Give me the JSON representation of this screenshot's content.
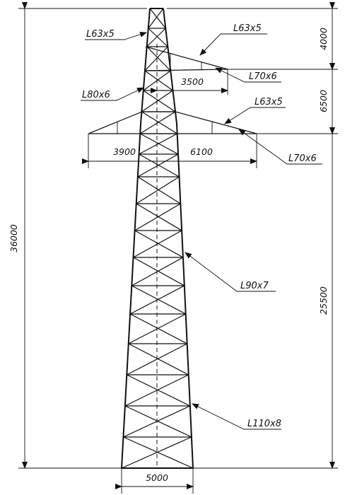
{
  "dimensions": {
    "total_height": "36000",
    "top_segment": "4000",
    "middle_segment": "6500",
    "bottom_segment": "25500",
    "upper_arm": "3500",
    "lower_arm_left": "3900",
    "lower_arm_right": "6100",
    "base_width": "5000"
  },
  "members": {
    "peak": "L63x5",
    "upper_arm_top": "L63x5",
    "upper_arm_bottom": "L70x6",
    "upper_body": "L80x6",
    "lower_arm_top": "L63x5",
    "lower_arm_bottom": "L70x6",
    "mid_leg": "L90x7",
    "base_leg": "L110x8"
  },
  "colors": {
    "line": "#111111",
    "background": "#ffffff"
  }
}
